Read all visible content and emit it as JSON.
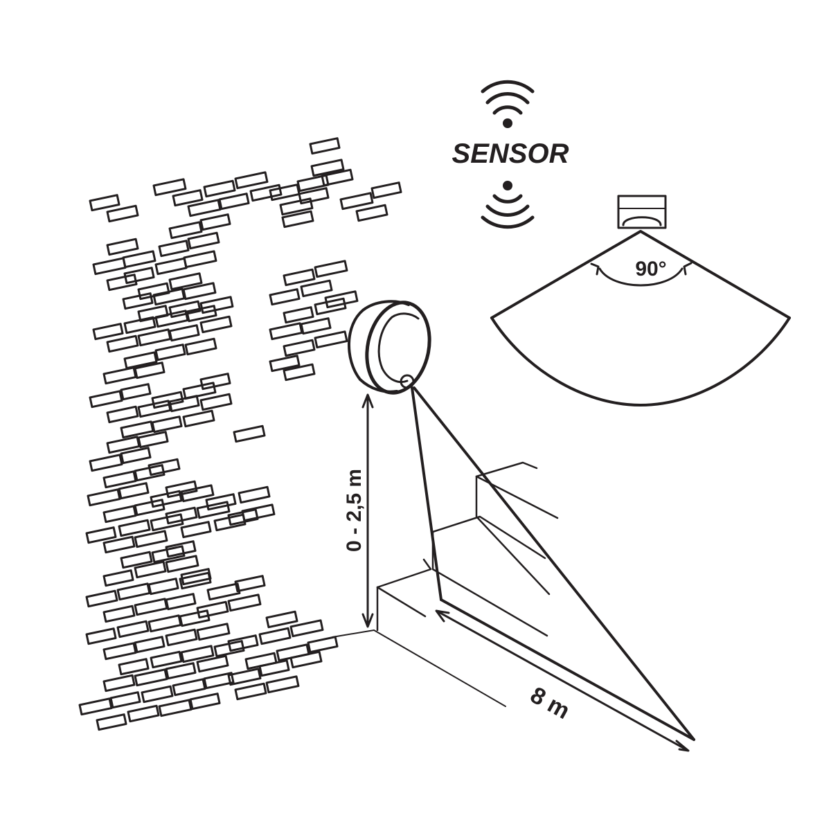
{
  "sensor_label": "SENSOR",
  "angle_label": "90°",
  "height_label": "0 - 2,5 m",
  "distance_label": "8 m",
  "colors": {
    "line": "#231f20",
    "background": "#ffffff"
  },
  "icons": [
    "wifi-signal-icon",
    "motion-sensor-icon",
    "stair-icon",
    "brick-wall-icon"
  ]
}
